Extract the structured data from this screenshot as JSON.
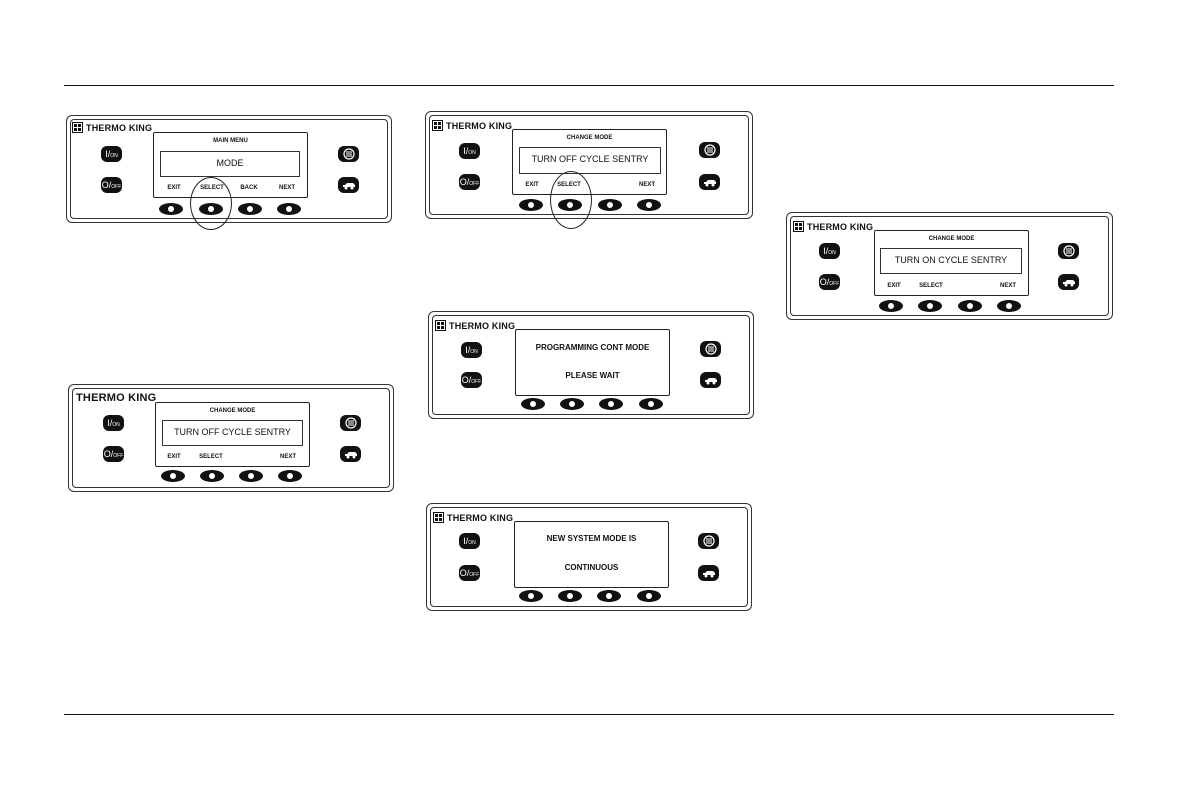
{
  "brand": "THERMO KING",
  "keys": {
    "on_icon": "on-key-icon",
    "off_icon": "off-key-icon",
    "defrost_icon": "defrost-icon",
    "truck_icon": "truck-icon",
    "on_text": "ON",
    "off_text": "OFF"
  },
  "panels": [
    {
      "header": "MAIN MENU",
      "field": "MODE",
      "labels": [
        "EXIT",
        "SELECT",
        "BACK",
        "NEXT"
      ],
      "highlight": "SELECT"
    },
    {
      "header": "CHANGE MODE",
      "field": "TURN OFF CYCLE SENTRY",
      "labels": [
        "EXIT",
        "SELECT",
        "",
        "NEXT"
      ]
    },
    {
      "header": "CHANGE MODE",
      "field": "TURN OFF CYCLE SENTRY",
      "labels": [
        "EXIT",
        "SELECT",
        "",
        "NEXT"
      ],
      "highlight": "SELECT"
    },
    {
      "line1": "PROGRAMMING CONT MODE",
      "line2": "PLEASE WAIT"
    },
    {
      "line1": "NEW SYSTEM MODE IS",
      "line2": "CONTINUOUS"
    },
    {
      "header": "CHANGE MODE",
      "field": "TURN ON CYCLE SENTRY",
      "labels": [
        "EXIT",
        "SELECT",
        "",
        "NEXT"
      ]
    }
  ],
  "colors": {
    "ink": "#111111",
    "paper": "#ffffff"
  }
}
